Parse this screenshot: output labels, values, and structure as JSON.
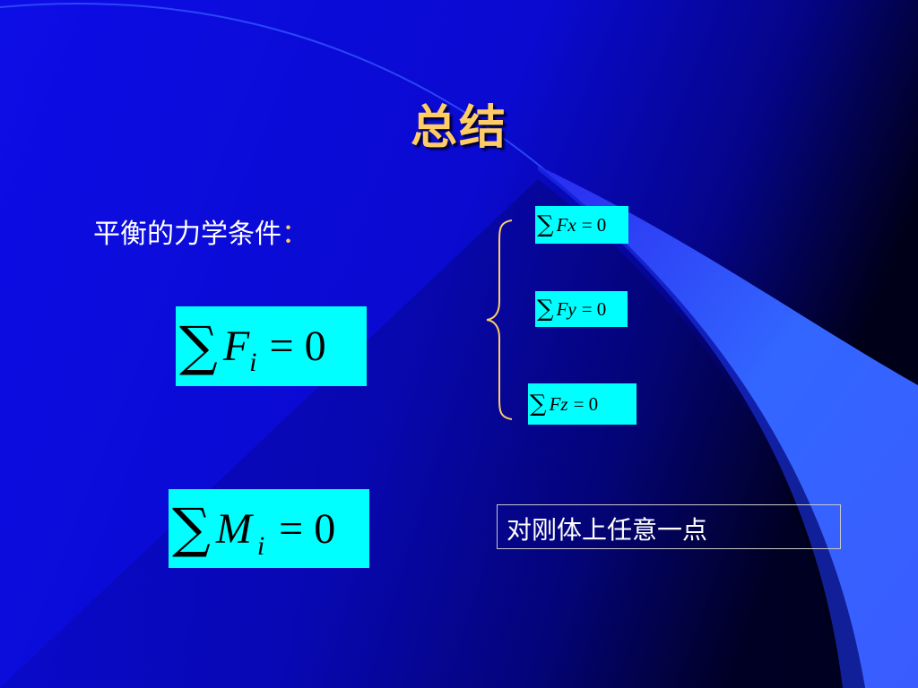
{
  "slide": {
    "title": "总结",
    "subtitle": "平衡的力学条件",
    "subtitle_colon": "：",
    "note": "对刚体上任意一点",
    "colors": {
      "background": "#0b0bd8",
      "title": "#ffcc66",
      "formula_box": "#00ffff",
      "brace": "#ffcc66",
      "accent_curve": "#3366ff"
    }
  },
  "formulas": {
    "force_sum": {
      "sigma": "∑",
      "var": "F",
      "sub": "i",
      "rest": "= 0"
    },
    "moment_sum": {
      "sigma": "∑",
      "var": "M",
      "sub": "i",
      "rest": "= 0"
    },
    "fx": {
      "sigma": "∑",
      "var": "Fx",
      "rest": "= 0"
    },
    "fy": {
      "sigma": "∑",
      "var": "Fy",
      "rest": "= 0"
    },
    "fz": {
      "sigma": "∑",
      "var": "Fz",
      "rest": "= 0"
    }
  }
}
